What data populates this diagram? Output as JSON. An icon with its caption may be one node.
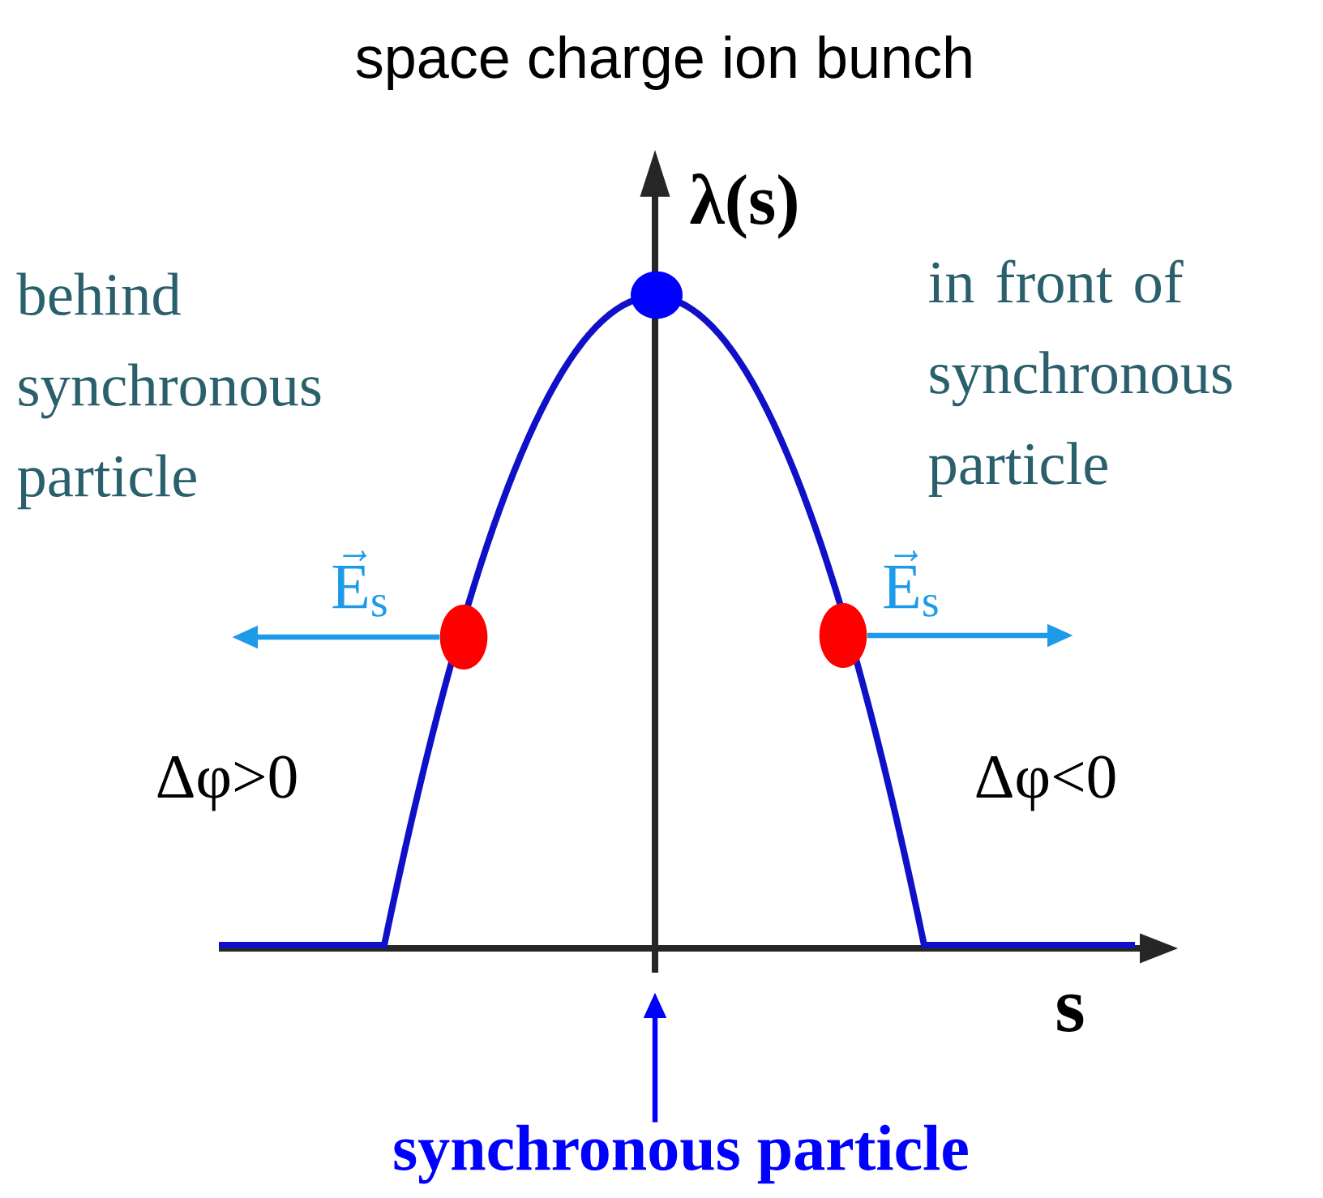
{
  "diagram": {
    "title": "space charge ion bunch",
    "nodes": [
      {
        "text": [],
        "shape": "circle"
      },
      {
        "text": [],
        "shape": "circle"
      },
      {
        "text": [],
        "shape": "circle"
      },
      {
        "text": [
          "synchronous particle"
        ]
      }
    ],
    "edges": [
      {
        "from": 1,
        "to": null,
        "arrow": "to",
        "label": "\\vec{\\mathrm{E}}_{\\mathrm{s}}"
      },
      {
        "from": 2,
        "to": null,
        "arrow": "to",
        "label": "\\vec{\\mathrm{E}}_{\\mathrm{s}}"
      },
      {
        "from": 3,
        "to": null,
        "arrow": "to",
        "color": "#0000ff"
      }
    ],
    "labels": [
      "λ(s)",
      "behind synchronous particle",
      "in front of synchronous particle",
      "Δφ>0",
      "Δφ<0",
      "s"
    ]
  }
}
